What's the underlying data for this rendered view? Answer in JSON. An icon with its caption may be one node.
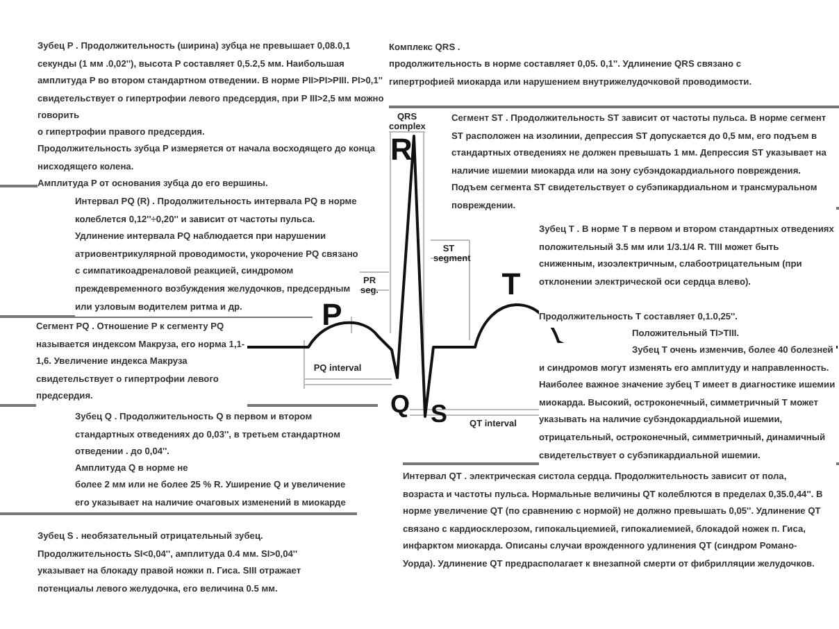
{
  "diagram": {
    "labels": [
      "Зубец P . Продолжительность (ширина) зубца не превышает 0,08.0,1 секунды (1 мм .0,02''), высота P составляет 0,5.2,5 мм. Наибольшая амплитуда P во втором стандартном отведении. В норме PII>PI>PIII. PI>0,1'' свидетельствует о гипертрофии левого предсердия, при P III>2,5 мм можно говорить",
      "о гипертрофии правого предсердия.",
      "Продолжительность зубца P измеряется от начала восходящего до конца нисходящего колена.",
      "Амплитуда P от основания зубца до его вершины.",
      "Комплекс QRS .",
      "продолжительность в норме составляет 0,05. 0,1''. Удлинение QRS связано с гипертрофией миокарда или нарушением внутрижелудочковой проводимости.",
      "Сегмент ST . Продолжительность ST зависит от частоты пульса. В норме сегмент ST расположен на изолинии, депрессия ST допускается до 0,5 мм, его подъем в стандартных отведениях не должен превышать 1 мм. Депрессия ST указывает на наличие ишемии миокарда или на зону субэндокардиального повреждения. Подъем сегмента ST свидетельствует о субэпикардиальном и трансмуральном повреждении.",
      "Интервал PQ (R) . Продолжительность интервала PQ в норме колеблется 0,12''÷0,20'' и зависит от частоты пульса. Удлинение интервала PQ наблюдается при нарушении атриовентрикулярной проводимости, укорочение PQ связано с симпатикоадреналовой реакцией, синдромом преждевременного возбуждения желудочков, предсердным или узловым водителем ритма и др.",
      "Сегмент PQ . Отношение P к сегменту PQ называется индексом Макруза, его норма 1,1-1,6. Увеличение индекса Макруза свидетельствует о гипертрофии левого предсердия.",
      "Зубец T . В норме T в первом и втором стандартных отведениях положительный 3.5 мм или 1/3.1/4 R. TIII может быть сниженным, изоэлектричным, слабоотрицательным (при отклонении электрической оси сердца влево).",
      "Продолжительность T составляет 0,1.0,25''.",
      "Положительный TI>TIII.",
      "Зубец T очень изменчив, более 40 болезней и синдромов могут изменять его амплитуду и направленность. Наиболее важное значение зубец T имеет в диагностике ишемии миокарда. Высокий, остроконечный, симметричный T может указывать на наличие субэндокардиальной ишемии, отрицательный, остроконечный, симметричный, динамичный свидетельствует о субэпикардиальной ишемии.",
      "Зубец Q . Продолжительность Q в первом и втором стандартных отведениях до 0,03'', в третьем стандартном отведении . до 0,04''.",
      "Амплитуда Q в норме не",
      "более 2 мм или не более 25 % R. Уширение Q и увеличение его указывает на наличие очаговых изменений в миокарде",
      "Зубец S . необязательный отрицательный зубец. Продолжительность SI<0,04'', амплитуда 0.4 мм. SI>0,04'' указывает на блокаду правой ножки п. Гиса. SIII отражает потенциалы левого желудочка, его величина 0.5 мм.",
      "Интервал QT . электрическая систола сердца. Продолжительность зависит от пола, возраста и частоты пульса. Нормальные величины QT колеблются в пределах 0,35.0,44''. В норме увеличение QT (по сравнению с нормой) не должно превышать 0,05''. Удлинение QT связано с кардиосклерозом, гипокальциемией, гипокалиемией, блокадой ножек п. Гиса, инфарктом миокарда. Описаны случаи врожденного удлинения QT (синдром Романо-Уорда). Удлинение QT предрасполагает к внезапной смерти от фибрилляции желудочков.",
      "QRS complex",
      "R",
      "PR seg.",
      "P",
      "ST segment",
      "T",
      "Q",
      "S",
      "PQ interval",
      "QT interval"
    ]
  }
}
